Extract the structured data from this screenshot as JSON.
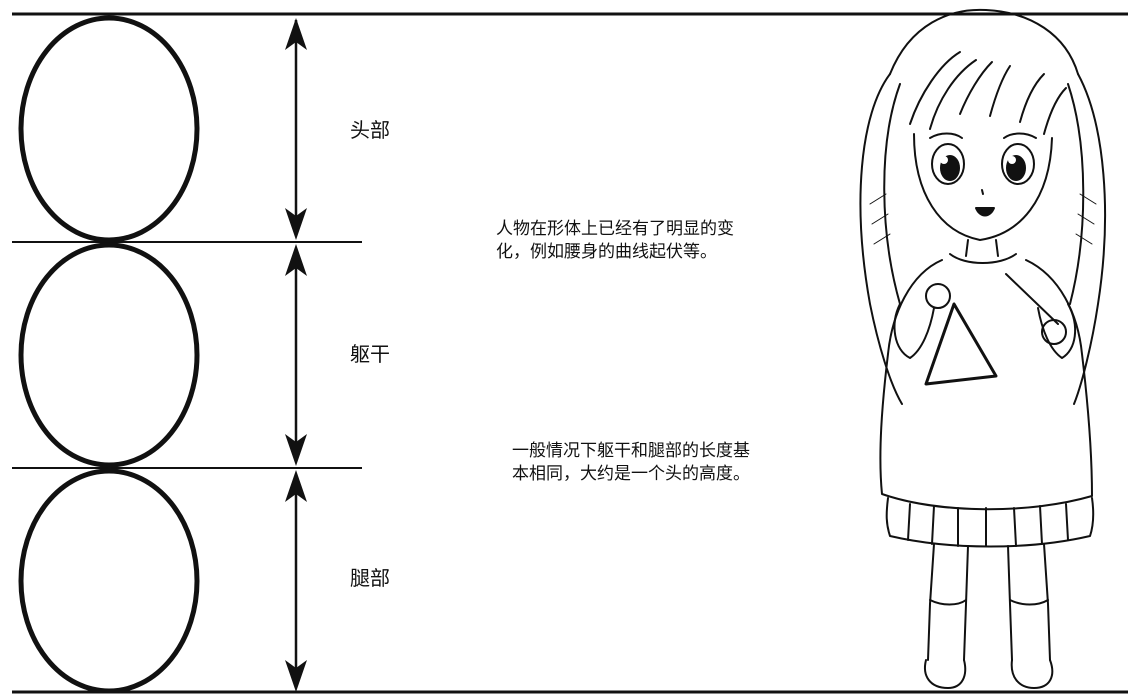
{
  "labels": {
    "head": "头部",
    "torso": "躯干",
    "legs": "腿部"
  },
  "notes": {
    "body_shape": {
      "line1": "人物在形体上已经有了明显的变",
      "line2": "化，例如腰身的曲线起伏等。"
    },
    "proportion": {
      "line1": "一般情况下躯干和腿部的长度基",
      "line2": "本相同，大约是一个头的高度。"
    }
  },
  "illustration": "chibi-girl-holding-triangle-instrument",
  "colors": {
    "ink": "#111111",
    "paper": "#ffffff"
  }
}
